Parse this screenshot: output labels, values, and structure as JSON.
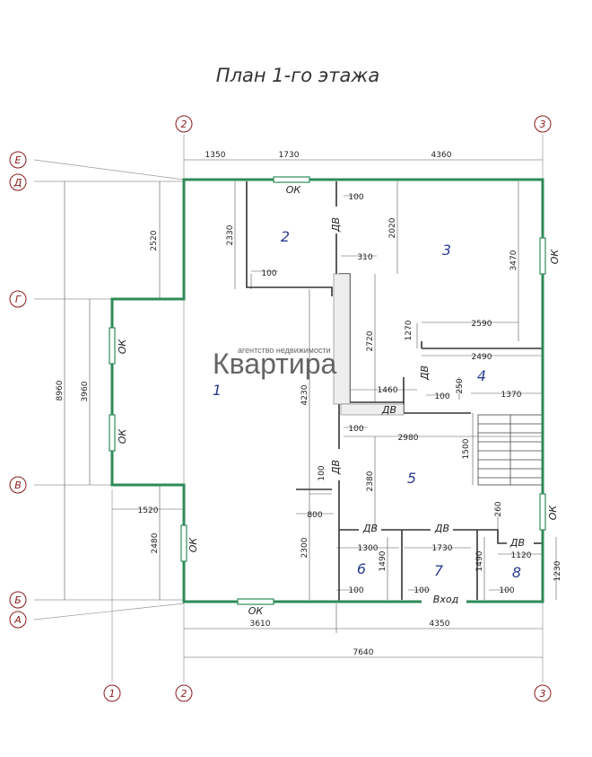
{
  "title": "План 1-го этажа",
  "colors": {
    "outer_wall": "#2e8b57",
    "axis_bubble": "#8b1a1a",
    "room_number": "#2b3d8c"
  },
  "axes": {
    "columns": [
      "1",
      "2",
      "3"
    ],
    "rows": [
      "Е",
      "Д",
      "Г",
      "В",
      "Б",
      "А"
    ]
  },
  "rooms": [
    "1",
    "2",
    "3",
    "4",
    "5",
    "6",
    "7",
    "8"
  ],
  "labels": {
    "window": "ОК",
    "door": "ДВ",
    "entrance": "Вход"
  },
  "dimensions": {
    "top_1350": "1350",
    "top_1730": "1730",
    "top_4360": "4360",
    "d_100_a": "100",
    "d_2330": "2330",
    "d_2520": "2520",
    "d_100_b": "100",
    "d_2020": "2020",
    "d_310": "310",
    "d_3470": "3470",
    "d_8960": "8960",
    "d_3960": "3960",
    "d_4230": "4230",
    "d_2720": "2720",
    "d_1270": "1270",
    "d_2590": "2590",
    "d_2490": "2490",
    "d_1460": "1460",
    "d_100_c": "100",
    "d_250": "250",
    "d_1370": "1370",
    "d_100_d": "100",
    "d_2980": "2980",
    "d_1500": "1500",
    "d_100_e": "100",
    "d_2380": "2380",
    "d_800": "800",
    "d_1520": "1520",
    "d_2480": "2480",
    "d_2300": "2300",
    "d_1300": "1300",
    "d_1730_b": "1730",
    "d_260": "260",
    "d_1120": "1120",
    "d_1490_a": "1490",
    "d_1490_b": "1490",
    "d_1230": "1230",
    "d_100_f": "100",
    "d_100_g": "100",
    "d_100_h": "100",
    "bottom_3610": "3610",
    "bottom_4350": "4350",
    "bottom_7640": "7640"
  },
  "watermark": {
    "brand": "Квартира",
    "tagline": "агентство недвижимости"
  }
}
